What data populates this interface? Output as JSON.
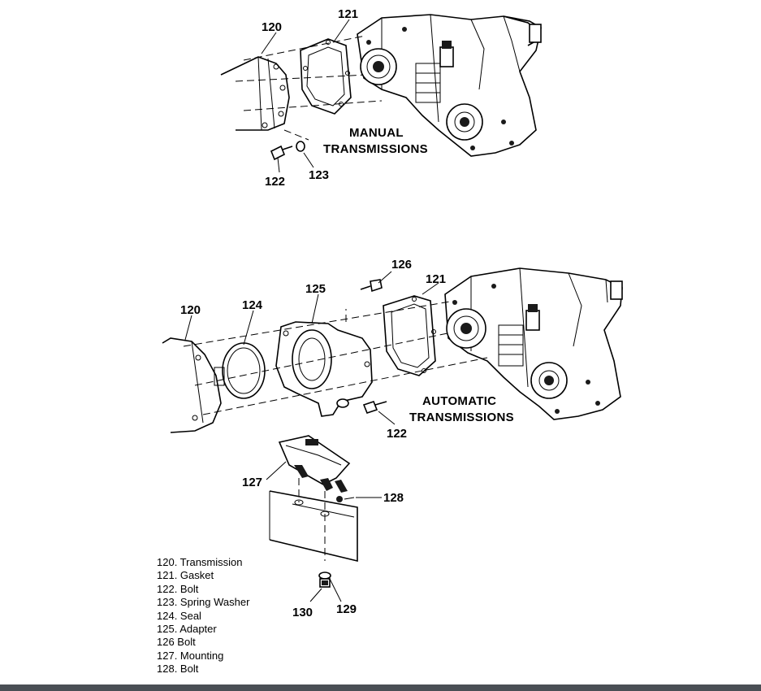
{
  "diagram": {
    "captions": {
      "manual_line1": "MANUAL",
      "manual_line2": "TRANSMISSIONS",
      "automatic_line1": "AUTOMATIC",
      "automatic_line2": "TRANSMISSIONS"
    },
    "callouts": {
      "manual_120": "120",
      "manual_121": "121",
      "manual_122": "122",
      "manual_123": "123",
      "auto_126": "126",
      "auto_125": "125",
      "auto_121": "121",
      "auto_120": "120",
      "auto_124": "124",
      "auto_122": "122",
      "mount_127": "127",
      "mount_128": "128",
      "mount_130": "130",
      "mount_129": "129"
    },
    "legend": [
      "120. Transmission",
      "121. Gasket",
      "122. Bolt",
      "123. Spring Washer",
      "124. Seal",
      "125. Adapter",
      "126  Bolt",
      "127. Mounting",
      "128. Bolt"
    ]
  }
}
